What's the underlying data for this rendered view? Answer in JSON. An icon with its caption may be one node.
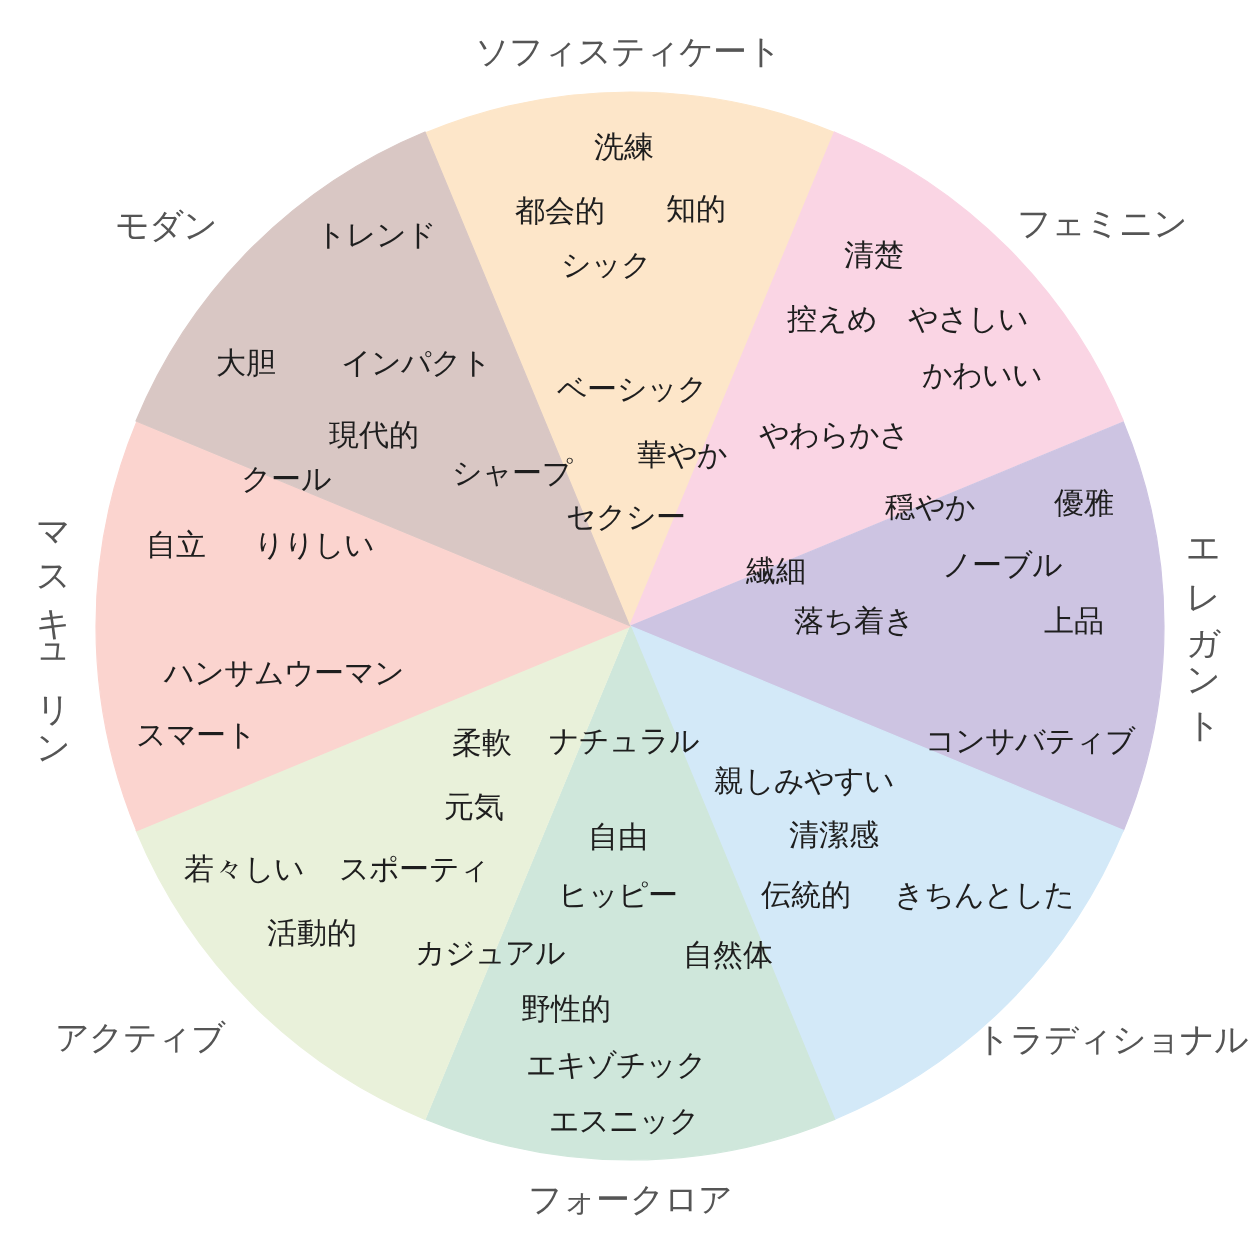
{
  "diagram": {
    "nodes": [
      {
        "text": [
          "ソフィスティケート",
          "洗練",
          "都会的",
          "知的",
          "シック",
          "ベーシック",
          "華やか",
          "セクシー"
        ]
      },
      {
        "text": [
          "フェミニン",
          "清楚",
          "控えめ",
          "やさしい",
          "かわいい",
          "やわらかさ"
        ]
      },
      {
        "text": [
          "エレガント",
          "穏やか",
          "優雅",
          "繊細",
          "ノーブル",
          "落ち着き",
          "上品",
          "コンサバティブ"
        ]
      },
      {
        "text": [
          "親しみやすい",
          "清潔感",
          "伝統的",
          "きちんとした",
          "トラディショナル"
        ]
      },
      {
        "text": [
          "ナチュラル",
          "自由",
          "ヒッピー",
          "自然体",
          "野性的",
          "エキゾチック",
          "エスニック",
          "フォークロア"
        ]
      },
      {
        "text": [
          "柔軟",
          "元気",
          "若々しい",
          "スポーティ",
          "活動的",
          "カジュアル",
          "アクティブ"
        ]
      },
      {
        "text": [
          "マスキュリン",
          "自立",
          "りりしい",
          "ハンサムウーマン",
          "スマート"
        ]
      },
      {
        "text": [
          "モダン",
          "トレンド",
          "大胆",
          "インパクト",
          "現代的",
          "クール",
          "シャープ"
        ]
      }
    ]
  }
}
